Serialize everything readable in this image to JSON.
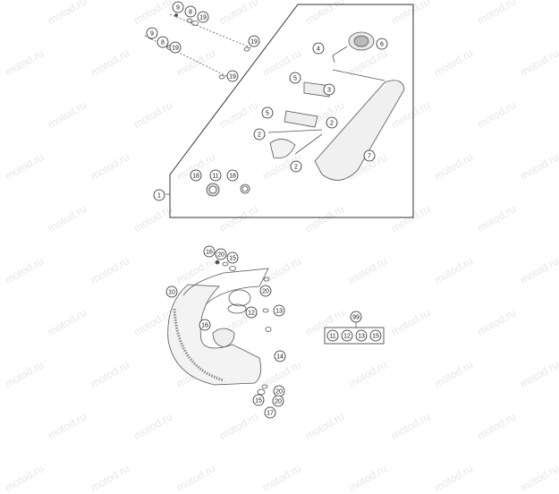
{
  "watermark": "motod.ru",
  "callouts": {
    "c9a": "9",
    "c8a": "8",
    "c19a": "19",
    "c9b": "9",
    "c8b": "8",
    "c19b": "19",
    "c19c": "19",
    "c19d": "19",
    "c4": "4",
    "c6": "6",
    "c3": "3",
    "c5a": "5",
    "c5b": "5",
    "c2a": "2",
    "c2b": "2",
    "c2c": "2",
    "c7": "7",
    "c18a": "18",
    "c11": "11",
    "c18b": "18",
    "c1": "1",
    "c16a": "16",
    "c20a": "20",
    "c15a": "15",
    "c10": "10",
    "c20b": "20",
    "c12": "12",
    "c13": "13",
    "c16b": "16",
    "c14": "14",
    "c20c": "20",
    "c15b": "15",
    "c20d": "20",
    "c17": "17",
    "c99": "99"
  },
  "kit_items": [
    "11",
    "12",
    "13",
    "15"
  ]
}
